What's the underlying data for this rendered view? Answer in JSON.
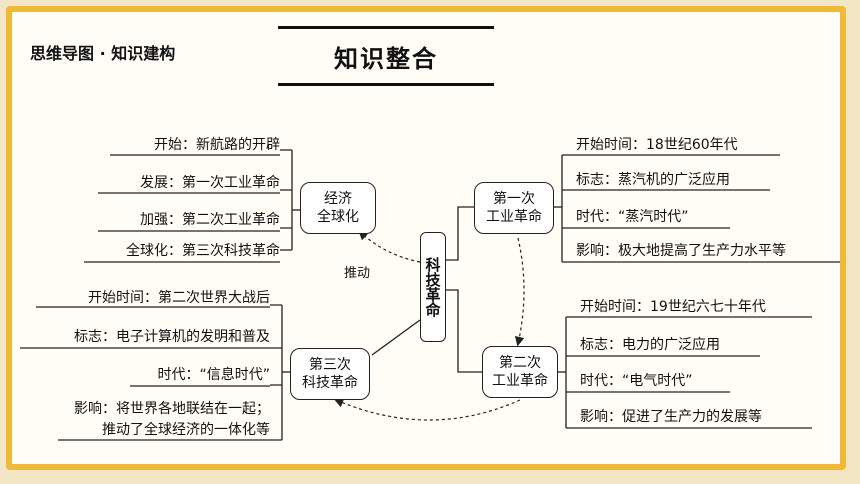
{
  "header": {
    "subtitle": "思维导图 · 知识建构",
    "title": "知识整合"
  },
  "center": {
    "label": "科技革命"
  },
  "nodes": {
    "globalization": "经济\n全球化",
    "first": "第一次\n工业革命",
    "second": "第二次\n工业革命",
    "third": "第三次\n科技革命"
  },
  "arrow_label": "推动",
  "globalization_items": [
    "开始：新航路的开辟",
    "发展：第一次工业革命",
    "加强：第二次工业革命",
    "全球化：第三次科技革命"
  ],
  "first_items": [
    "开始时间：18世纪60年代",
    "标志：蒸汽机的广泛应用",
    "时代：“蒸汽时代”",
    "影响：极大地提高了生产力水平等"
  ],
  "second_items": [
    "开始时间：19世纪六七十年代",
    "标志：电力的广泛应用",
    "时代：“电气时代”",
    "影响：促进了生产力的发展等"
  ],
  "third_items": [
    "开始时间：第二次世界大战后",
    "标志：电子计算机的发明和普及",
    "时代：“信息时代”",
    "影响：将世界各地联结在一起；",
    "推动了全球经济的一体化等"
  ]
}
